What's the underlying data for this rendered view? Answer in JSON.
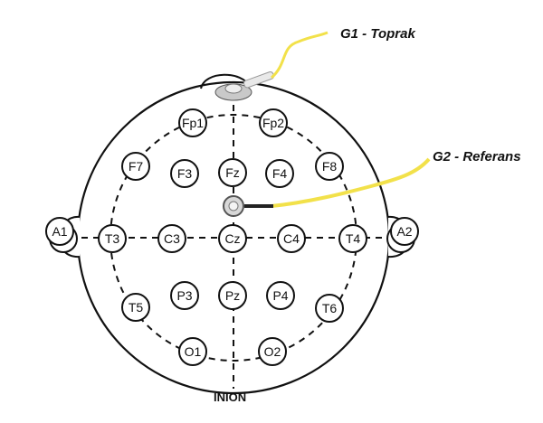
{
  "title_labels": {
    "ground": "G1 - Toprak",
    "reference": "G2 - Referans",
    "inion": "INION"
  },
  "colors": {
    "wire": "#f2e14a",
    "outline": "#111111",
    "electrode_fill": "#ffffff"
  },
  "electrodes": [
    {
      "id": "Fp1",
      "label": "Fp1"
    },
    {
      "id": "Fp2",
      "label": "Fp2"
    },
    {
      "id": "F7",
      "label": "F7"
    },
    {
      "id": "F3",
      "label": "F3"
    },
    {
      "id": "Fz",
      "label": "Fz"
    },
    {
      "id": "F4",
      "label": "F4"
    },
    {
      "id": "F8",
      "label": "F8"
    },
    {
      "id": "A1",
      "label": "A1"
    },
    {
      "id": "T3",
      "label": "T3"
    },
    {
      "id": "C3",
      "label": "C3"
    },
    {
      "id": "Cz",
      "label": "Cz"
    },
    {
      "id": "C4",
      "label": "C4"
    },
    {
      "id": "T4",
      "label": "T4"
    },
    {
      "id": "A2",
      "label": "A2"
    },
    {
      "id": "T5",
      "label": "T5"
    },
    {
      "id": "P3",
      "label": "P3"
    },
    {
      "id": "Pz",
      "label": "Pz"
    },
    {
      "id": "P4",
      "label": "P4"
    },
    {
      "id": "T6",
      "label": "T6"
    },
    {
      "id": "O1",
      "label": "O1"
    },
    {
      "id": "O2",
      "label": "O2"
    }
  ]
}
